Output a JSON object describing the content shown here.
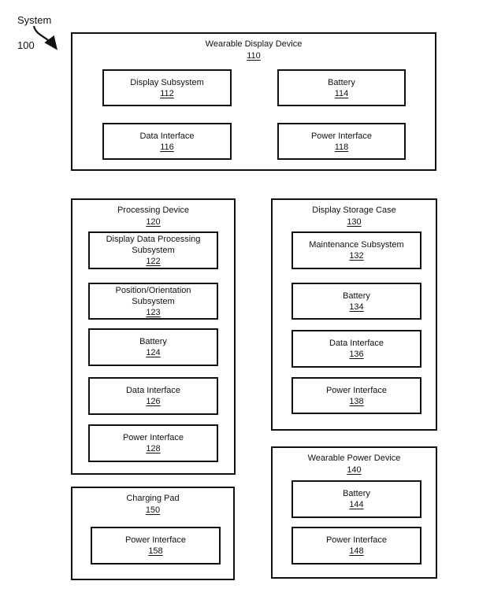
{
  "system_label": {
    "name": "System",
    "ref": "100"
  },
  "colors": {
    "ink": "#111111",
    "background": "#ffffff"
  },
  "containers": [
    {
      "title": {
        "lines": [
          "Wearable Display Device"
        ],
        "ref": "110"
      },
      "children": [
        {
          "title": {
            "lines": [
              "Display Subsystem"
            ],
            "ref": "112"
          }
        },
        {
          "title": {
            "lines": [
              "Battery"
            ],
            "ref": "114"
          }
        },
        {
          "title": {
            "lines": [
              "Data Interface"
            ],
            "ref": "116"
          }
        },
        {
          "title": {
            "lines": [
              "Power Interface"
            ],
            "ref": "118"
          }
        }
      ]
    },
    {
      "title": {
        "lines": [
          "Processing Device"
        ],
        "ref": "120"
      },
      "children": [
        {
          "title": {
            "lines": [
              "Display Data Processing",
              "Subsystem"
            ],
            "ref": "122"
          }
        },
        {
          "title": {
            "lines": [
              "Position/Orientation",
              "Subsystem"
            ],
            "ref": "123"
          }
        },
        {
          "title": {
            "lines": [
              "Battery"
            ],
            "ref": "124"
          }
        },
        {
          "title": {
            "lines": [
              "Data Interface"
            ],
            "ref": "126"
          }
        },
        {
          "title": {
            "lines": [
              "Power Interface"
            ],
            "ref": "128"
          }
        }
      ]
    },
    {
      "title": {
        "lines": [
          "Display Storage Case"
        ],
        "ref": "130"
      },
      "children": [
        {
          "title": {
            "lines": [
              "Maintenance Subsystem"
            ],
            "ref": "132"
          }
        },
        {
          "title": {
            "lines": [
              "Battery"
            ],
            "ref": "134"
          }
        },
        {
          "title": {
            "lines": [
              "Data Interface"
            ],
            "ref": "136"
          }
        },
        {
          "title": {
            "lines": [
              "Power Interface"
            ],
            "ref": "138"
          }
        }
      ]
    },
    {
      "title": {
        "lines": [
          "Wearable Power Device"
        ],
        "ref": "140"
      },
      "children": [
        {
          "title": {
            "lines": [
              "Battery"
            ],
            "ref": "144"
          }
        },
        {
          "title": {
            "lines": [
              "Power Interface"
            ],
            "ref": "148"
          }
        }
      ]
    },
    {
      "title": {
        "lines": [
          "Charging Pad"
        ],
        "ref": "150"
      },
      "children": [
        {
          "title": {
            "lines": [
              "Power Interface"
            ],
            "ref": "158"
          }
        }
      ]
    }
  ]
}
